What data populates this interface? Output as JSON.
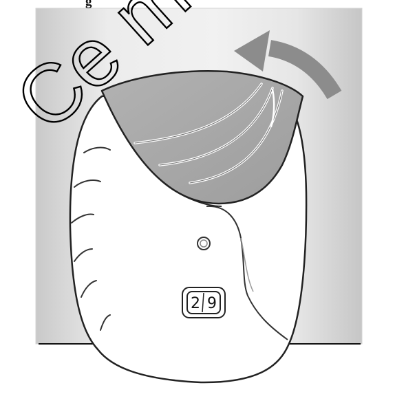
{
  "heading_fragment": "g",
  "watermark": "Ce me",
  "dose_counter": {
    "digit_tens": "2",
    "digit_ones": "9"
  },
  "colors": {
    "background_panel": "#e3e3e3",
    "cap": "#a9a9a9",
    "body": "#ffffff",
    "outline": "#222222",
    "arrow": "#8c8c8c",
    "floor_line": "#111111"
  },
  "icons": [
    "curved-arrow-icon",
    "sound-hole-icon"
  ]
}
